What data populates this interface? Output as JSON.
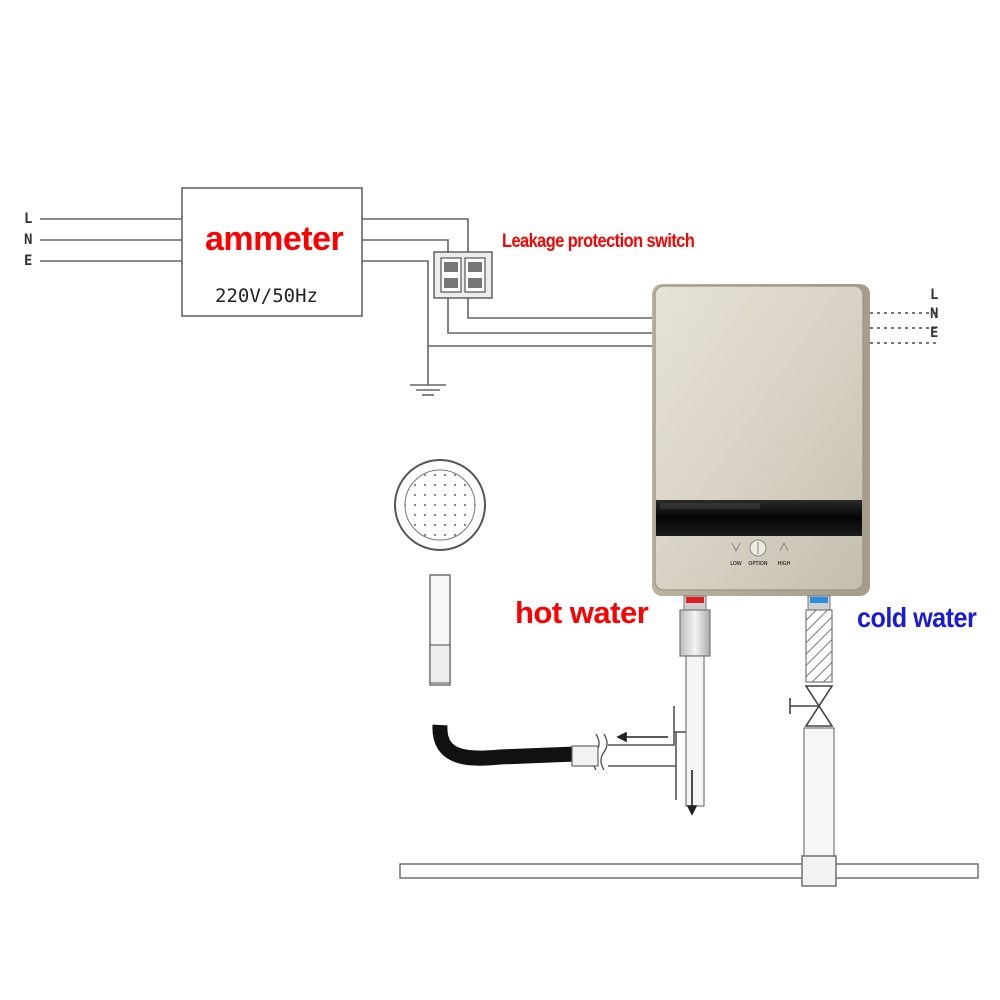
{
  "labels": {
    "ammeter": "ammeter",
    "voltage": "220V/50Hz",
    "leakage_switch": "Leakage protection switch",
    "hot_water": "hot water",
    "cold_water": "cold water"
  },
  "wires_left": [
    "L",
    "N",
    "E"
  ],
  "wires_right": [
    "L",
    "N",
    "E"
  ],
  "heater_buttons": [
    "LOW",
    "OPTION",
    "HIGH"
  ],
  "colors": {
    "label_red": "#ff0000",
    "label_blue": "#1a1adf",
    "hot_valve": "#e02020",
    "cold_valve": "#2a8ee0",
    "line": "#555555",
    "hose": "#111111"
  }
}
